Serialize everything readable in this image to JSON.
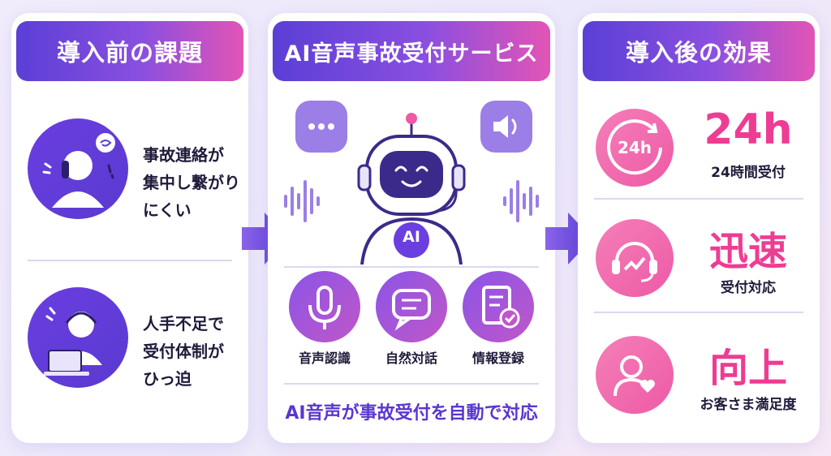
{
  "left": {
    "header": "導入前の課題",
    "issue1": [
      "事故連絡が",
      "集中し繋がり",
      "にくい"
    ],
    "issue2": [
      "人手不足で",
      "受付体制が",
      "ひっ迫"
    ]
  },
  "center": {
    "header": "AI音声事故受付サービス",
    "robot_badge": "AI",
    "features": [
      "音声認識",
      "自然対話",
      "情報登録"
    ],
    "tagline": "AI音声が事故受付を自動で対応"
  },
  "right": {
    "header": "導入後の効果",
    "effects": [
      {
        "big": "24h",
        "sub": "24時間受付",
        "icon_text": "24h"
      },
      {
        "big": "迅速",
        "sub": "受付対応"
      },
      {
        "big": "向上",
        "sub": "お客さま満足度"
      }
    ]
  },
  "colors": {
    "purple": "#5b3fd6",
    "pink": "#ee3c93",
    "dark_text": "#1f1b3a"
  },
  "icons": [
    "stressed-caller-icon",
    "overworked-agent-icon",
    "chat-bubble-icon",
    "speaker-icon",
    "robot-icon",
    "microphone-icon",
    "message-icon",
    "form-check-icon",
    "clock-24h-icon",
    "headset-chart-icon",
    "person-heart-icon",
    "arrow-right-icon"
  ]
}
